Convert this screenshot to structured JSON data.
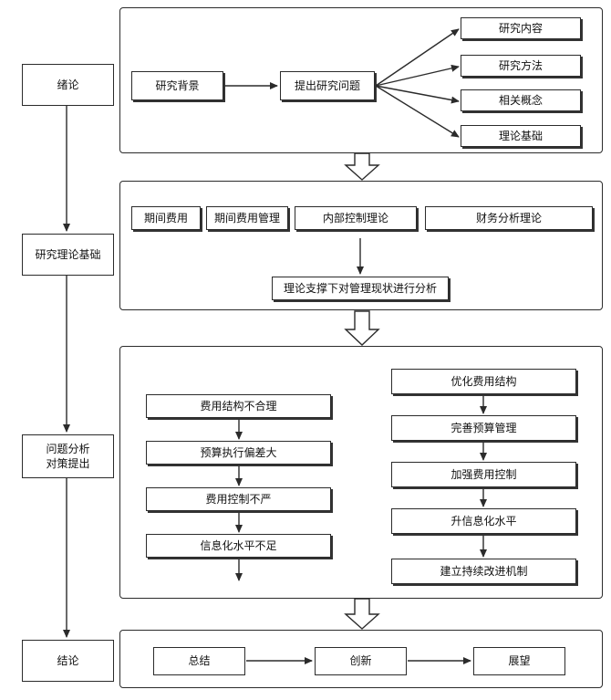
{
  "stages": [
    "绪论",
    "研究理论基础",
    "问题分析\n对策提出",
    "结论"
  ],
  "section1": {
    "source": "研究背景",
    "center": "提出研究问题",
    "targets": [
      "研究内容",
      "研究方法",
      "相关概念",
      "理论基础"
    ]
  },
  "section2": {
    "items": [
      "期间费用",
      "期间费用管理",
      "内部控制理论",
      "财务分析理论"
    ],
    "result": "理论支撑下对管理现状进行分析"
  },
  "section3": {
    "problems": [
      "费用结构不合理",
      "预算执行偏差大",
      "费用控制不严",
      "信息化水平不足"
    ],
    "solutions": [
      "优化费用结构",
      "完善预算管理",
      "加强费用控制",
      "升信息化水平",
      "建立持续改进机制"
    ]
  },
  "section4": {
    "items": [
      "总结",
      "创新",
      "展望"
    ]
  }
}
